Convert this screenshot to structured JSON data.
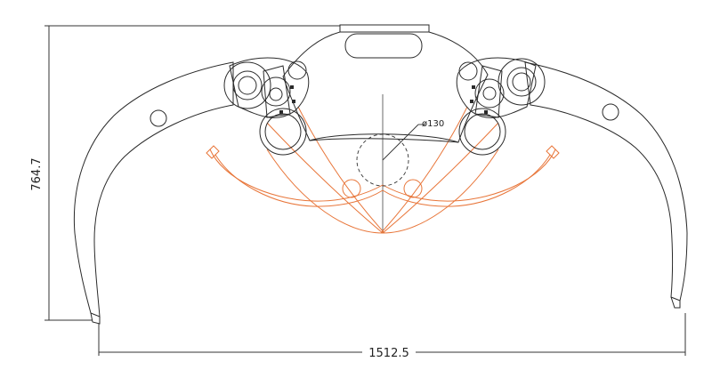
{
  "drawing": {
    "dimensions": {
      "height_label": "764.7",
      "width_label": "1512.5",
      "diameter_label": "ø130"
    },
    "colors": {
      "outline": "#2a2a2a",
      "dimension": "#333333",
      "open_position": "#e8763a",
      "background": "#ffffff"
    }
  }
}
